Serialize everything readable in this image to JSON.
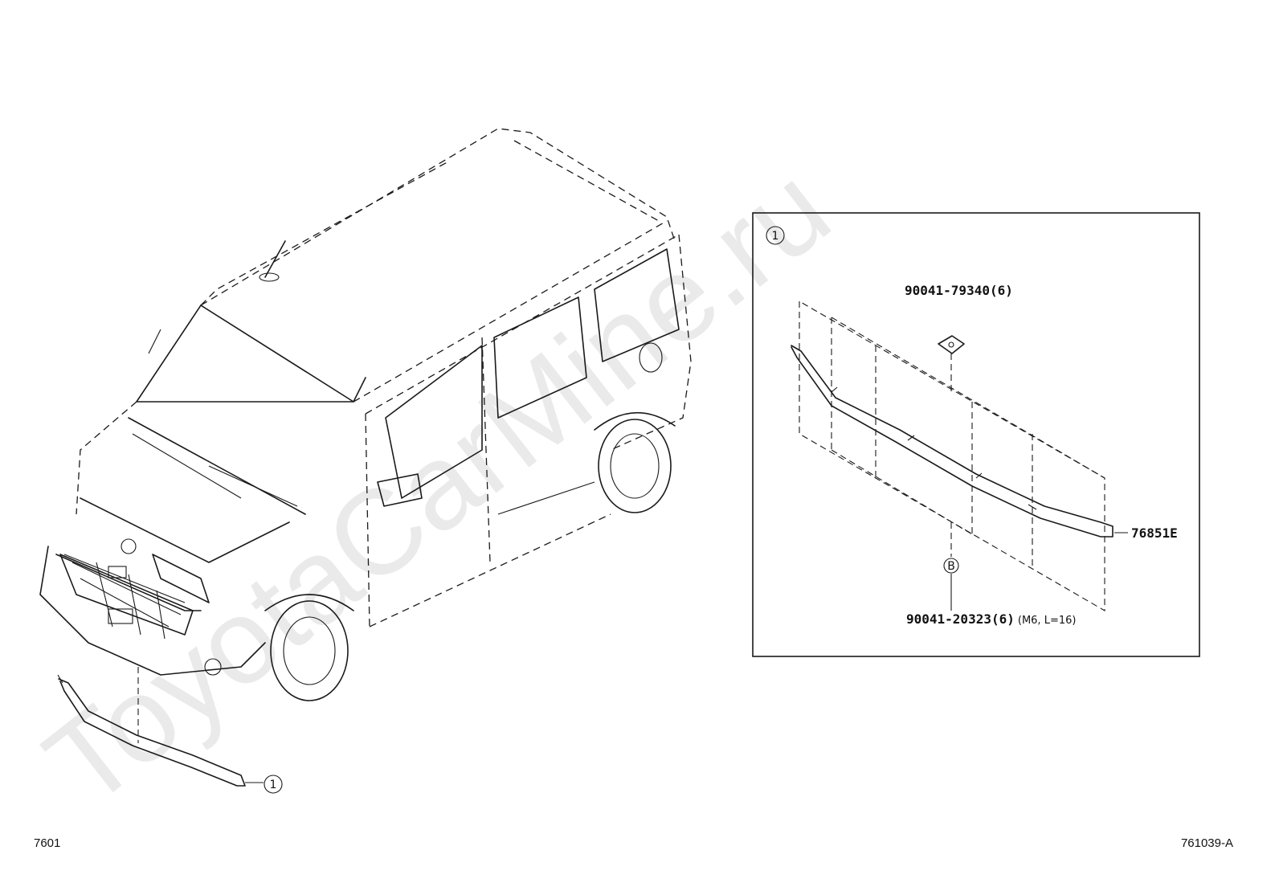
{
  "watermark": "ToyotaCarMine.ru",
  "callout_symbol": "①",
  "detail_symbol": "①",
  "bolt_marker": "B",
  "parts": {
    "nut": {
      "number": "90041-79340",
      "qty": "(6)"
    },
    "bolt": {
      "number": "90041-20323",
      "qty": "(6)",
      "spec": "(M6, L=16)"
    },
    "garnish": {
      "number": "76851E"
    }
  },
  "footer": {
    "section_code": "7601",
    "figure_code": "761039-A"
  }
}
